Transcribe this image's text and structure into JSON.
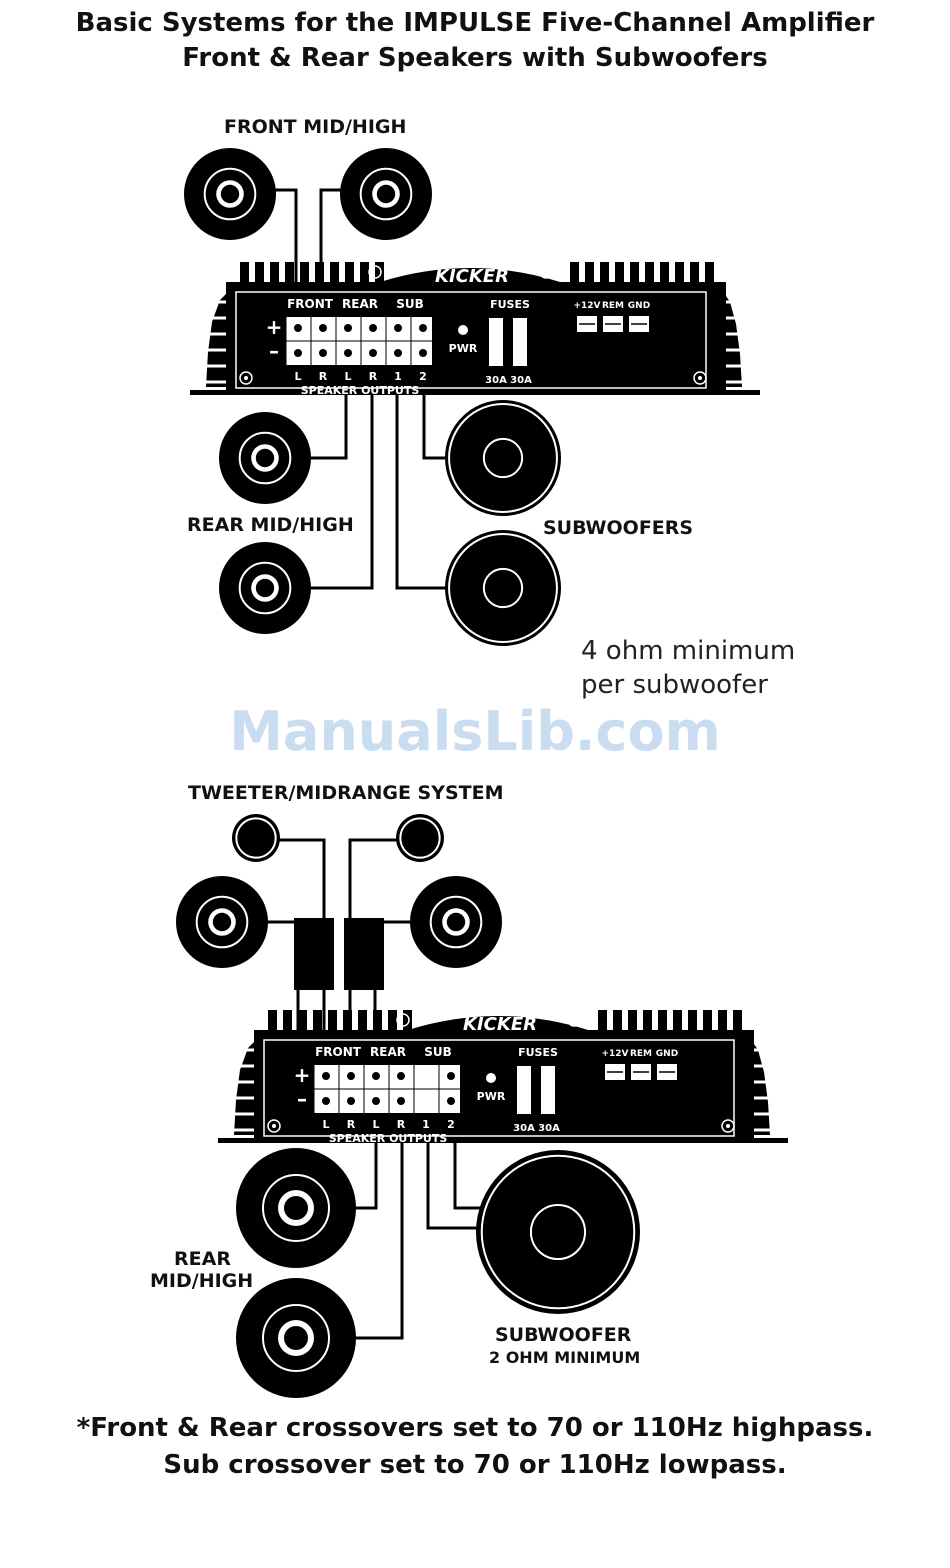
{
  "title": {
    "line1": "Basic Systems for the IMPULSE Five-Channel Amplifier",
    "line2": "Front & Rear Speakers with Subwoofers"
  },
  "diagram1": {
    "front_label": "FRONT MID/HIGH",
    "rear_label": "REAR MID/HIGH",
    "subs_label": "SUBWOOFERS",
    "note_line1": "4 ohm minimum",
    "note_line2": "per subwoofer"
  },
  "diagram2": {
    "tweeter_label": "TWEETER/MIDRANGE SYSTEM",
    "rear_label_line1": "REAR",
    "rear_label_line2": "MID/HIGH",
    "sub_label_line1": "SUBWOOFER",
    "sub_label_line2": "2 OHM MINIMUM"
  },
  "amplifier": {
    "brand": "KICKER",
    "group_front": "FRONT",
    "group_rear": "REAR",
    "group_sub": "SUB",
    "plus": "+",
    "minus": "–",
    "channel_labels": [
      "L",
      "R",
      "L",
      "R",
      "1",
      "2"
    ],
    "pwr": "PWR",
    "fuses": "FUSES",
    "fuse1": "30A",
    "fuse2": "30A",
    "power_terms": [
      "+12V",
      "REM",
      "GND"
    ],
    "speaker_outputs": "SPEAKER OUTPUTS"
  },
  "watermark": "ManualsLib.com",
  "footer": {
    "line1": "*Front & Rear crossovers set to 70 or 110Hz highpass.",
    "line2": "Sub crossover set to 70 or 110Hz lowpass."
  }
}
